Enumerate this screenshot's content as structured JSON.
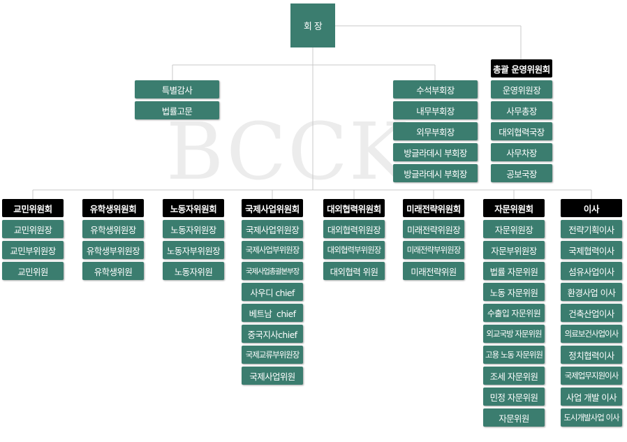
{
  "watermark": "BCCK",
  "chairman": "회 장",
  "advisors": [
    "특별감사",
    "법률고문"
  ],
  "vice_presidents": [
    "수석부회장",
    "내무부회장",
    "외무부회장",
    "방글라데시 부회장",
    "방글라데시 부회장"
  ],
  "operations": {
    "title": "총괄 운영위원회",
    "items": [
      "운영위원장",
      "사무총장",
      "대외협력국장",
      "사무차장",
      "공보국장"
    ]
  },
  "committees": [
    {
      "title": "교민위원회",
      "items": [
        "교민위원장",
        "교민부위원장",
        "교민위원"
      ]
    },
    {
      "title": "유학생위원회",
      "items": [
        "유학생위원장",
        "유학생부위원장",
        "유학생위원"
      ]
    },
    {
      "title": "노동자위원회",
      "items": [
        "노동자위원장",
        "노동자부위원장",
        "노동자위원"
      ]
    },
    {
      "title": "국제사업위원회",
      "items": [
        "국제사업위원장",
        "국제사업부위원장",
        "국제사업총괄본부장",
        "사우디 chief",
        "베트남  chief",
        "중국지사chief",
        "국제교류부위원장",
        "국제사업위원"
      ]
    },
    {
      "title": "대외협력위원회",
      "items": [
        "대외협력위원장",
        "대외협력부위원장",
        "대외협력 위원"
      ]
    },
    {
      "title": "미래전략위원회",
      "items": [
        "미래전략위원장",
        "미래전략부위원장",
        "미래전략위원"
      ]
    },
    {
      "title": "자문위원회",
      "items": [
        "자문위원장",
        "자문부위원장",
        "법률 자문위원",
        "노동 자문위원",
        "수출입 자문위원",
        "외교국방 자문위원",
        "고용 노동 자문위원",
        "조세 자문위원",
        "민정 자문위원",
        "자문위원"
      ]
    },
    {
      "title": "이사",
      "items": [
        "전략기획이사",
        "국제협력이사",
        "섬유사업이사",
        "환경사업 이사",
        "건축산업이사",
        "의료보건사업이사",
        "정치협력이사",
        "국제업무지원이사",
        "사업 개발 이사",
        "도시개발사업 이사"
      ]
    }
  ]
}
